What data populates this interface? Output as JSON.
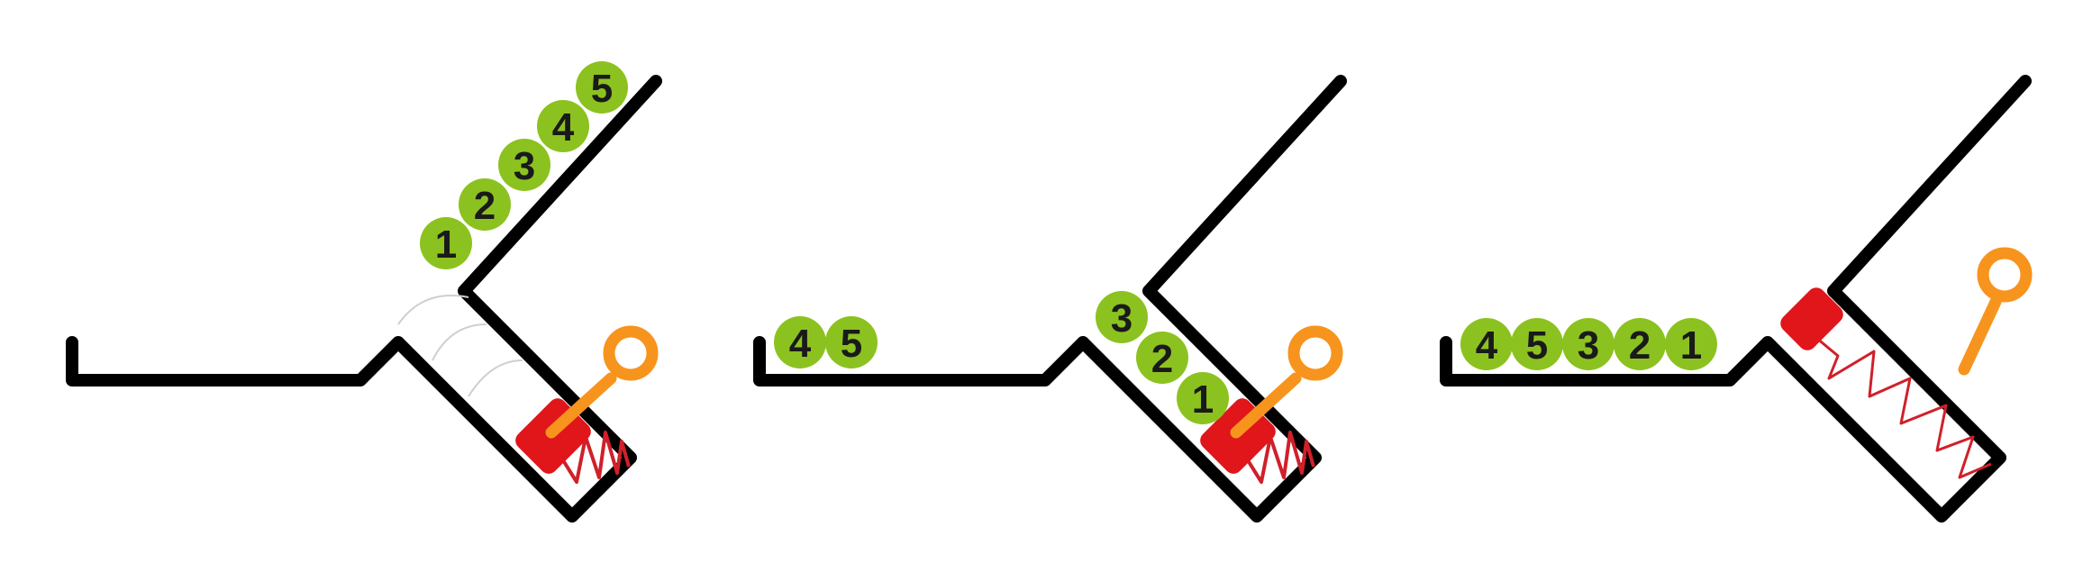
{
  "colors": {
    "outline": "#000000",
    "ball": "#8cc21f",
    "ball_edge": "#7ab017",
    "plunger": "#e0161b",
    "spring": "#d0202a",
    "pin": "#f7941d",
    "background": "#ffffff"
  },
  "panels": [
    {
      "id": "panel-1",
      "balls": [
        "1",
        "2",
        "3",
        "4",
        "5"
      ]
    },
    {
      "id": "panel-2",
      "balls_left": [
        "4",
        "5"
      ],
      "balls_tube": [
        "3",
        "2",
        "1"
      ]
    },
    {
      "id": "panel-3",
      "balls_row": [
        "4",
        "5",
        "3",
        "2",
        "1"
      ]
    }
  ]
}
